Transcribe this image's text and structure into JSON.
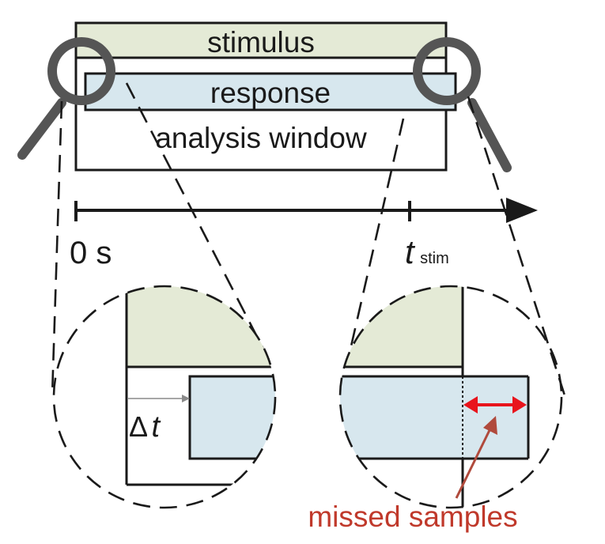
{
  "labels": {
    "stimulus": "stimulus",
    "response": "response",
    "analysis_window": "analysis window",
    "time_zero": "0 s",
    "t_stim_main": "t",
    "t_stim_sub": "stim",
    "delta_t_symbol": "Δ",
    "delta_t_var": "t",
    "missed_samples": "missed samples"
  },
  "colors": {
    "stimulus_fill": "#e4ead6",
    "response_fill": "#d7e7ee",
    "outline": "#1a1a1a",
    "magnifier": "#555555",
    "missed_samples": "#c0392b",
    "arrow_gray": "#8a8a8a"
  },
  "icons": {
    "magnifier_left": "magnifying-glass-icon",
    "magnifier_right": "magnifying-glass-icon"
  }
}
